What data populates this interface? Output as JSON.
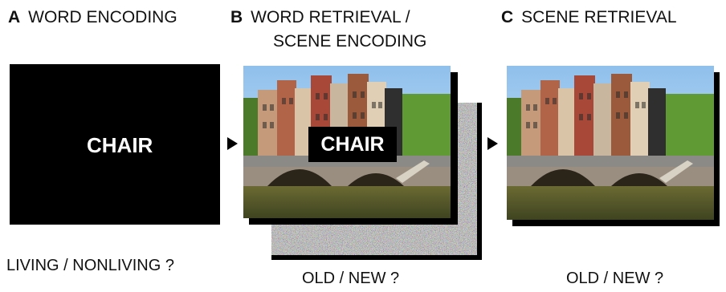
{
  "panels": [
    {
      "letter": "A",
      "title": "WORD ENCODING",
      "question": "LIVING / NONLIVING ?"
    },
    {
      "letter": "B",
      "title_line1": "WORD RETRIEVAL /",
      "title_line2": "SCENE ENCODING",
      "question": "OLD / NEW ?"
    },
    {
      "letter": "C",
      "title": "SCENE RETRIEVAL",
      "question": "OLD / NEW ?"
    }
  ],
  "word": "CHAIR",
  "arrow_icon": "right-triangle-icon",
  "noise_icon": "visual-noise-mask",
  "scene_icon": "canal-houses-photo"
}
